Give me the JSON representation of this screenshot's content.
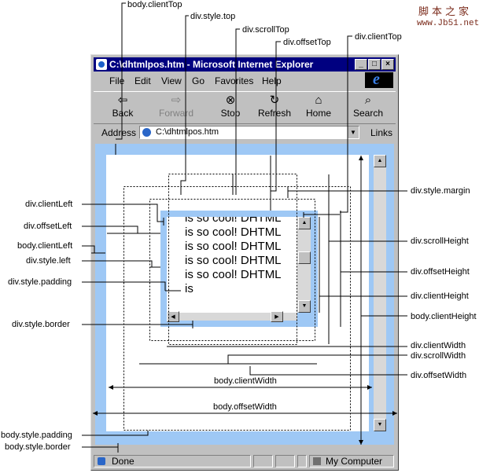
{
  "site_logo": {
    "cn": "脚本之家",
    "url": "www.Jb51.net"
  },
  "window": {
    "title": "C:\\dhtmlpos.htm - Microsoft Internet Explorer",
    "menu": [
      "File",
      "Edit",
      "View",
      "Go",
      "Favorites",
      "Help"
    ],
    "toolbar": {
      "back": "Back",
      "forward": "Forward",
      "stop": "Stop",
      "refresh": "Refresh",
      "home": "Home",
      "search": "Search"
    },
    "address_label": "Address",
    "address_value": "C:\\dhtmlpos.htm",
    "links_label": "Links",
    "status_left": "Done",
    "status_right": "My Computer"
  },
  "div_text": "is so cool! DHTML is so cool! DHTML is so cool! DHTML is so cool! DHTML is so cool! DHTML is",
  "labels": {
    "body_clientTop": "body.clientTop",
    "div_style_top": "div.style.top",
    "div_scrollTop": "div.scrollTop",
    "div_offsetTop": "div.offsetTop",
    "div_clientTop": "div.clientTop",
    "div_style_margin": "div.style.margin",
    "div_clientLeft": "div.clientLeft",
    "div_offsetLeft": "div.offsetLeft",
    "body_clientLeft": "body.clientLeft",
    "div_style_left": "div.style.left",
    "div_style_padding": "div.style.padding",
    "div_style_border": "div.style.border",
    "div_scrollHeight": "div.scrollHeight",
    "div_offsetHeight": "div.offsetHeight",
    "div_clientHeight": "div.clientHeight",
    "body_clientHeight": "body.clientHeight",
    "div_clientWidth": "div.clientWidth",
    "div_scrollWidth": "div.scrollWidth",
    "div_offsetWidth": "div.offsetWidth",
    "body_clientWidth": "body.clientWidth",
    "body_offsetWidth": "body.offsetWidth",
    "body_style_padding": "body.style.padding",
    "body_style_border": "body.style.border"
  }
}
